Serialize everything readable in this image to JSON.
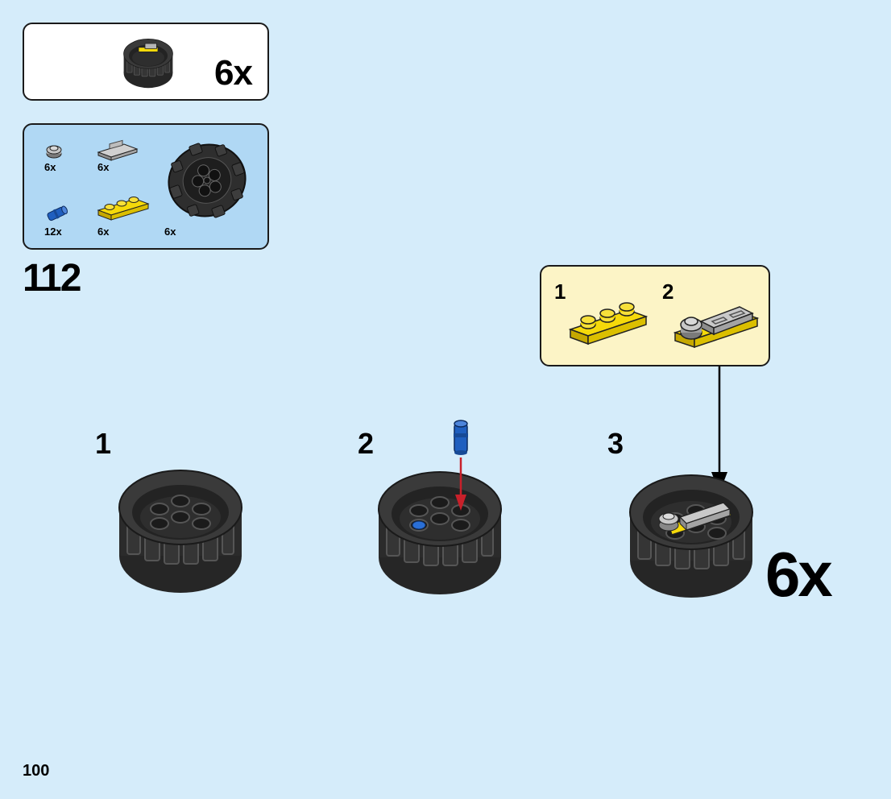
{
  "result": {
    "quantity": "6x",
    "icon": "wheel-assembly-icon"
  },
  "parts_list": [
    {
      "name": "round-plate-gray",
      "icon": "round-plate-icon",
      "quantity": "6x"
    },
    {
      "name": "tile-gray",
      "icon": "tile-icon",
      "quantity": "6x"
    },
    {
      "name": "pin-blue",
      "icon": "pin-icon",
      "quantity": "12x"
    },
    {
      "name": "plate-1x3-yellow",
      "icon": "plate-icon",
      "quantity": "6x"
    },
    {
      "name": "tire-black",
      "icon": "tire-icon",
      "quantity": "6x"
    }
  ],
  "step_number": "112",
  "sub_assembly": {
    "steps": [
      {
        "number": "1"
      },
      {
        "number": "2"
      }
    ]
  },
  "steps": [
    {
      "number": "1"
    },
    {
      "number": "2"
    },
    {
      "number": "3"
    }
  ],
  "build_multiplier": "6x",
  "page_number": "100",
  "colors": {
    "background": "#d5ecfa",
    "parts_box": "#b0d8f4",
    "sub_box": "#fcf4c6",
    "tire": "#2f2f2f",
    "yellow": "#f5d90a",
    "gray": "#a9a9a9",
    "blue": "#1f5fbf",
    "arrow_red": "#c8202a"
  }
}
